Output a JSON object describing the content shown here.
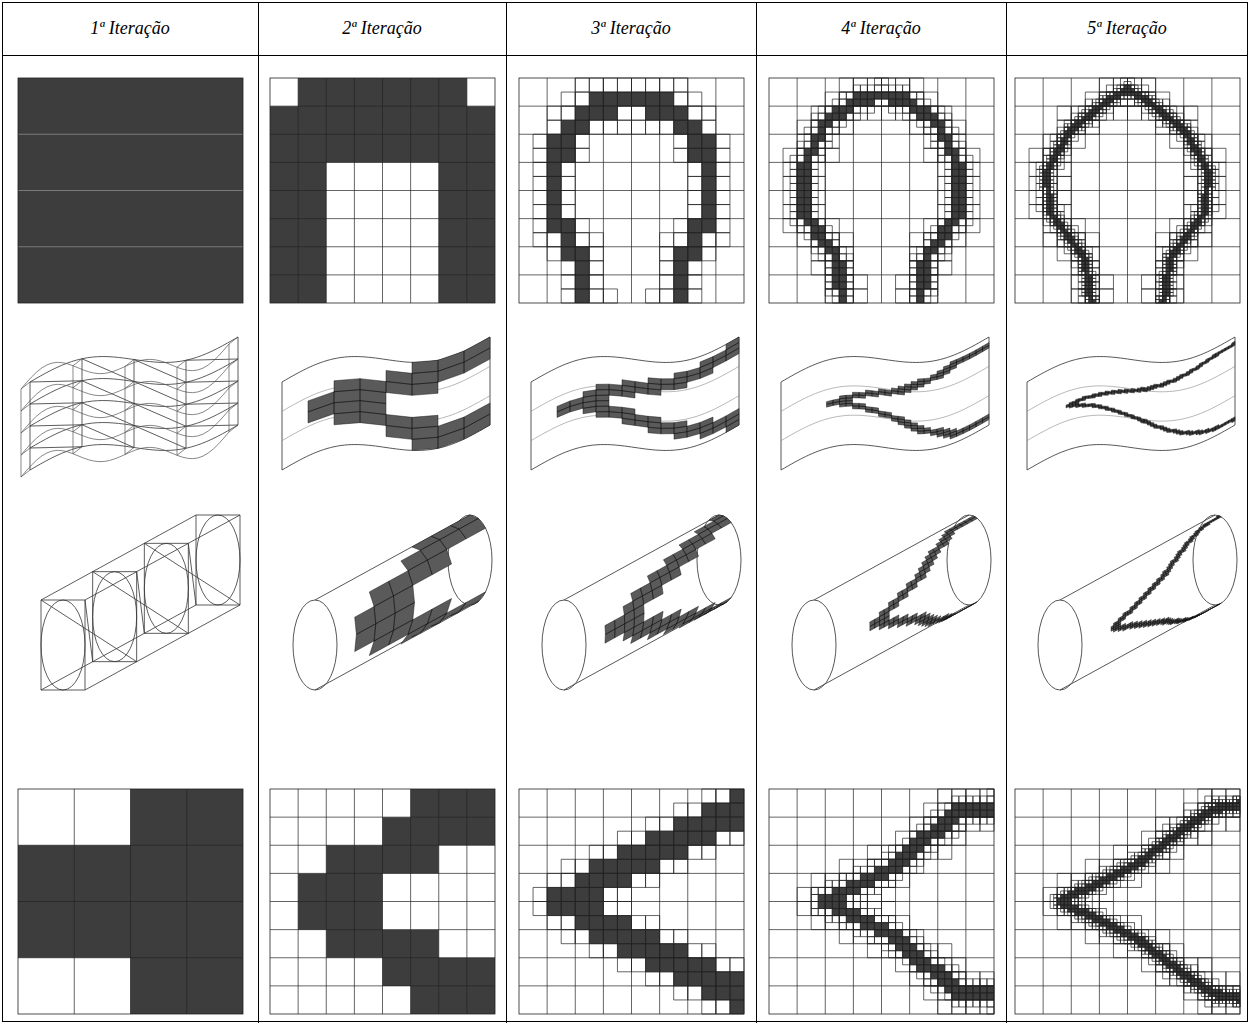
{
  "diagram": {
    "labels": [
      "1ª Iteração",
      "2ª Iteração",
      "3ª Iteração",
      "4ª Iteração",
      "5ª Iteração"
    ]
  }
}
